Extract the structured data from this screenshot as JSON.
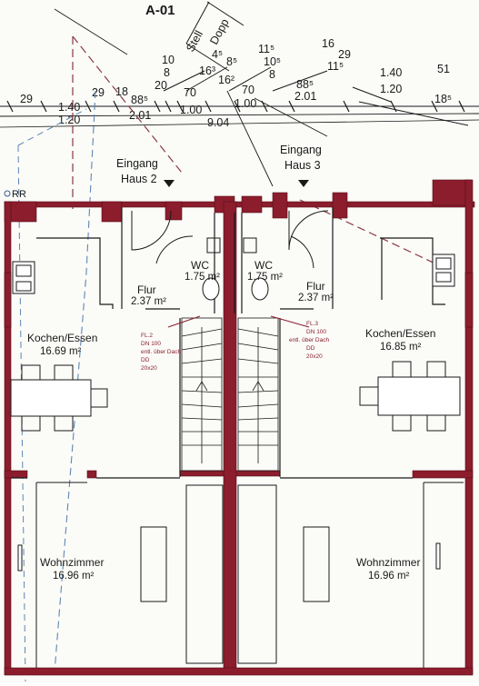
{
  "title": "A-01",
  "top_text": {
    "line1": "Stell",
    "line2": "Dopp"
  },
  "rr_label": "RR",
  "dimensions": {
    "row1": [
      "29",
      "1.40",
      "29",
      "18",
      "88⁵",
      "20",
      "70",
      "16³",
      "8⁵",
      "70",
      "88⁵",
      "1.40",
      "51"
    ],
    "row2": [
      "1.20",
      "2.01",
      "1.00",
      "1.00",
      "2.01",
      "1.20",
      "18⁵"
    ],
    "extra": [
      "10",
      "8",
      "4⁵",
      "16²",
      "11⁵",
      "10⁵",
      "8",
      "16",
      "29",
      "11⁵"
    ],
    "total": "9.04"
  },
  "entrances": [
    {
      "line1": "Eingang",
      "line2": "Haus 2"
    },
    {
      "line1": "Eingang",
      "line2": "Haus 3"
    }
  ],
  "rooms": {
    "kochen_left": {
      "name": "Kochen/Essen",
      "area": "16.69 m²"
    },
    "kochen_right": {
      "name": "Kochen/Essen",
      "area": "16.85 m²"
    },
    "flur_left": {
      "name": "Flur",
      "area": "2.37 m²"
    },
    "flur_right": {
      "name": "Flur",
      "area": "2.37 m²"
    },
    "wc_left": {
      "name": "WC",
      "area": "1.75 m²"
    },
    "wc_right": {
      "name": "WC",
      "area": "1.75 m²"
    },
    "wohn_left": {
      "name": "Wohnzimmer",
      "area": "16.96 m²"
    },
    "wohn_right": {
      "name": "Wohnzimmer",
      "area": "16.96 m²"
    }
  },
  "notes": {
    "left": [
      "FL.2",
      "DN 100",
      "entl. über Dach",
      "DD",
      "20x20"
    ],
    "right": [
      "FL.3",
      "DN 100",
      "entl. über Dach",
      "DD",
      "20x20"
    ]
  },
  "colors": {
    "wall": "#8b1d2c",
    "line": "#1a1a1a",
    "dashed_blue": "#5d86b5",
    "dashed_red": "#8a3a42"
  }
}
